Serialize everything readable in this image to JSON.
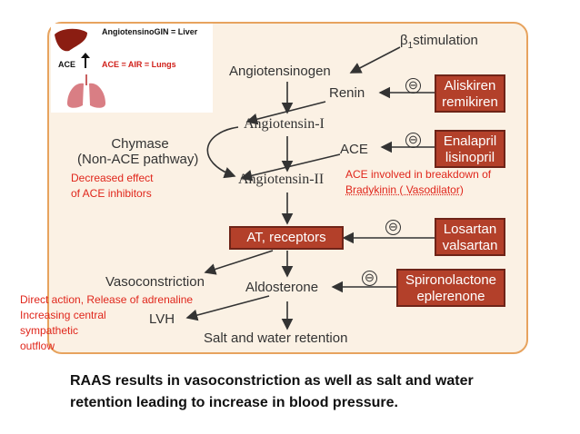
{
  "inset": {
    "angiotensinogen_note": "AngiotensinoGIN = Liver",
    "ace_label": "ACE",
    "ace_note": "ACE = AIR = Lungs"
  },
  "nodes": {
    "beta1_prefix": "β",
    "beta1_subscript": "1",
    "beta1_rest": "stimulation",
    "angiotensinogen": "Angiotensinogen",
    "renin": "Renin",
    "angiotensin1": "Angiotensin-I",
    "chymase_line1": "Chymase",
    "chymase_line2": "(Non-ACE pathway)",
    "ace": "ACE",
    "angiotensin2": "Angiotensin-II",
    "at_receptors": "AT, receptors",
    "vasoconstriction": "Vasoconstriction",
    "aldosterone": "Aldosterone",
    "lvh": "LVH",
    "salt_water": "Salt and water retention"
  },
  "inhibitor_symbol": "⊖",
  "drug_boxes": {
    "renin_inhibitors": [
      "Aliskiren",
      "remikiren"
    ],
    "ace_inhibitors": [
      "Enalapril",
      "lisinopril"
    ],
    "arbs": [
      "Losartan",
      "valsartan"
    ],
    "aldosterone_antagonists": [
      "Spironolactone",
      "eplerenone"
    ]
  },
  "notes": {
    "chymase_note": [
      "Decreased effect",
      "of ACE inhibitors"
    ],
    "ace_note": [
      "ACE involved in breakdown of",
      "Bradykinin ( Vasodilator)"
    ],
    "vaso_note": [
      "Direct action, Release of adrenaline",
      "Increasing central",
      " sympathetic",
      "outflow"
    ]
  },
  "caption": [
    "RAAS results in vasoconstriction as well as salt and water",
    "retention leading to increase in blood pressure."
  ],
  "colors": {
    "panel_bg": "#fbf1e4",
    "panel_border": "#e7a35e",
    "box_fill": "#b3402a",
    "note_red": "#e0261b"
  }
}
